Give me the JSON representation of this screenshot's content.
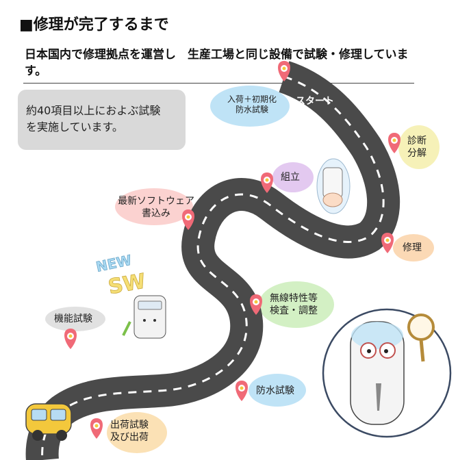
{
  "header": {
    "title": "■修理が完了するまで",
    "subtitle": "日本国内で修理拠点を運営し　生産工場と同じ設備で試験・修理しています。"
  },
  "note": {
    "text_line1": "約40項目以上におよぶ試験",
    "text_line2": "を実施しています。"
  },
  "route": {
    "start_label": "スタート",
    "steps": [
      {
        "line1": "入荷＋初期化",
        "line2": "防水試験"
      },
      {
        "line1": "診断",
        "line2": "分解"
      },
      {
        "line1": "組立",
        "line2": ""
      },
      {
        "line1": "最新ソフトウェア",
        "line2": "書込み"
      },
      {
        "line1": "修理",
        "line2": ""
      },
      {
        "line1": "無線特性等",
        "line2": "検査・調整"
      },
      {
        "line1": "機能試験",
        "line2": ""
      },
      {
        "line1": "防水試験",
        "line2": ""
      },
      {
        "line1": "出荷試験",
        "line2": "及び出荷"
      }
    ]
  },
  "illustration": {
    "new_sw_line1": "NEW",
    "new_sw_line2": "SW"
  },
  "colors": {
    "road": "#4a4a4a",
    "pin": "#f06a77",
    "note_bg": "#d9d9d9"
  }
}
